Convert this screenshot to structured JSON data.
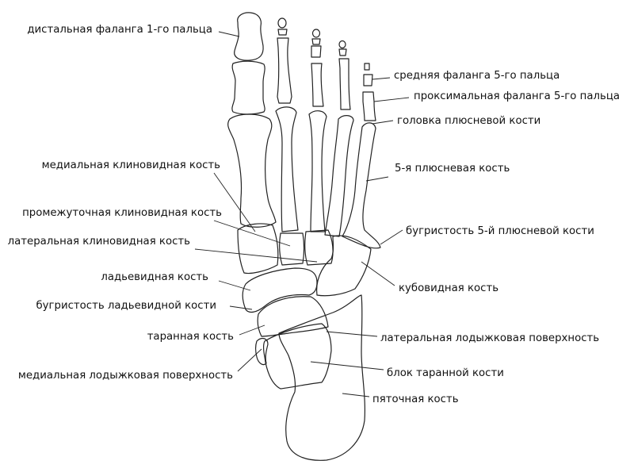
{
  "labels": {
    "distal_phalanx_1": "дистальная фаланга 1-го пальца",
    "middle_phalanx_5": "средняя фаланга 5-го пальца",
    "proximal_phalanx_5": "проксимальная фаланга 5-го пальца",
    "metatarsal_head": "головка плюсневой кости",
    "medial_cuneiform": "медиальная клиновидная кость",
    "metatarsal_5": "5-я плюсневая кость",
    "intermediate_cuneiform": "промежуточная клиновидная кость",
    "tuberosity_metatarsal_5": "бугристость 5-й плюсневой кости",
    "lateral_cuneiform": "латеральная клиновидная кость",
    "navicular": "ладьевидная кость",
    "cuboid": "кубовидная кость",
    "navicular_tuberosity": "бугристость ладьевидной кости",
    "talus": "таранная кость",
    "lateral_malleolar_surface": "латеральная лодыжковая поверхность",
    "medial_malleolar_surface": "медиальная лодыжковая поверхность",
    "talar_trochlea": "блок таранной кости",
    "calcaneus": "пяточная кость"
  }
}
